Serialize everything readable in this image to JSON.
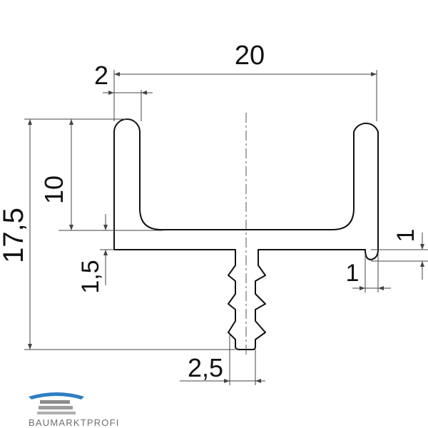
{
  "dimensions": {
    "width_total": "20",
    "wall_thickness": "2",
    "inner_height": "10",
    "total_height": "17,5",
    "base_thickness": "1,5",
    "stem_width": "2,5",
    "lip_height": "1",
    "lip_width": "1"
  },
  "logo": {
    "text": "BAUMARKTPROFI",
    "colors": {
      "primary": "#2f7fc1",
      "grey": "#8c8c8c"
    }
  },
  "colors": {
    "line": "#111111",
    "dim": "#444444"
  }
}
